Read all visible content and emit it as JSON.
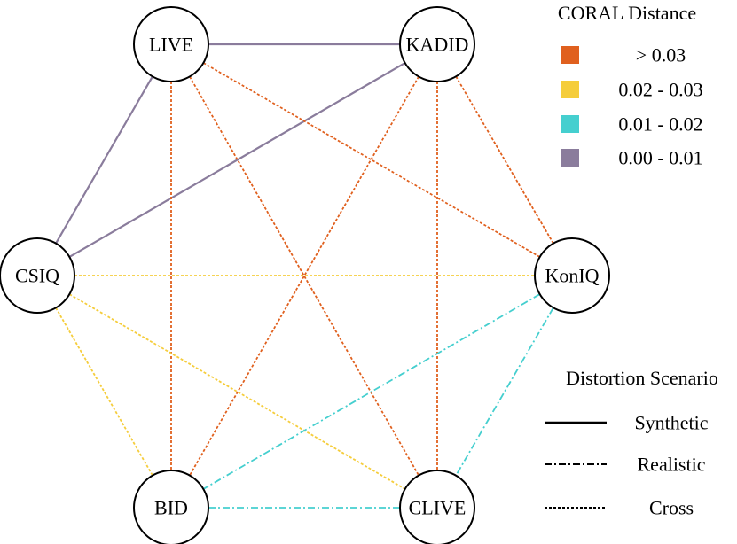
{
  "nodes": {
    "live": "LIVE",
    "kadid": "KADID",
    "csiq": "CSIQ",
    "koniq": "KonIQ",
    "bid": "BID",
    "clive": "CLIVE"
  },
  "legend_coral": {
    "title": "CORAL Distance",
    "items": [
      {
        "label": "> 0.03",
        "color": "#e0601e"
      },
      {
        "label": "0.02 - 0.03",
        "color": "#f5cd3c"
      },
      {
        "label": "0.01 - 0.02",
        "color": "#45cfcf"
      },
      {
        "label": "0.00 - 0.01",
        "color": "#8a7c9c"
      }
    ]
  },
  "legend_scenario": {
    "title": "Distortion Scenario",
    "items": [
      {
        "label": "Synthetic",
        "style": "solid"
      },
      {
        "label": "Realistic",
        "style": "dashdot"
      },
      {
        "label": "Cross",
        "style": "dotted"
      }
    ]
  },
  "edges": [
    {
      "from": "live",
      "to": "kadid",
      "range": "0.00 - 0.01",
      "scenario": "Synthetic"
    },
    {
      "from": "live",
      "to": "csiq",
      "range": "0.00 - 0.01",
      "scenario": "Synthetic"
    },
    {
      "from": "kadid",
      "to": "csiq",
      "range": "0.00 - 0.01",
      "scenario": "Synthetic"
    },
    {
      "from": "live",
      "to": "bid",
      "range": "> 0.03",
      "scenario": "Cross"
    },
    {
      "from": "live",
      "to": "clive",
      "range": "> 0.03",
      "scenario": "Cross"
    },
    {
      "from": "live",
      "to": "koniq",
      "range": "> 0.03",
      "scenario": "Cross"
    },
    {
      "from": "kadid",
      "to": "bid",
      "range": "> 0.03",
      "scenario": "Cross"
    },
    {
      "from": "kadid",
      "to": "clive",
      "range": "> 0.03",
      "scenario": "Cross"
    },
    {
      "from": "kadid",
      "to": "koniq",
      "range": "> 0.03",
      "scenario": "Cross"
    },
    {
      "from": "csiq",
      "to": "koniq",
      "range": "0.02 - 0.03",
      "scenario": "Cross"
    },
    {
      "from": "csiq",
      "to": "bid",
      "range": "0.02 - 0.03",
      "scenario": "Cross"
    },
    {
      "from": "csiq",
      "to": "clive",
      "range": "0.02 - 0.03",
      "scenario": "Cross"
    },
    {
      "from": "koniq",
      "to": "bid",
      "range": "0.01 - 0.02",
      "scenario": "Realistic"
    },
    {
      "from": "koniq",
      "to": "clive",
      "range": "0.01 - 0.02",
      "scenario": "Realistic"
    },
    {
      "from": "bid",
      "to": "clive",
      "range": "0.01 - 0.02",
      "scenario": "Realistic"
    }
  ]
}
